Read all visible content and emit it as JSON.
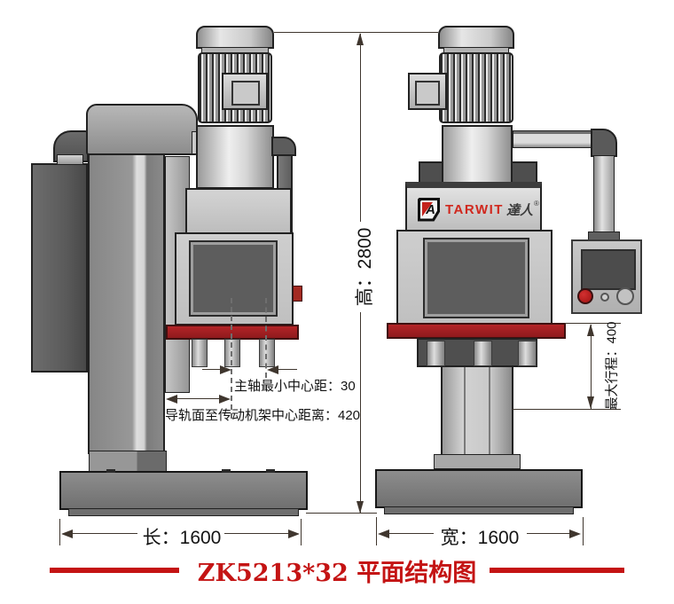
{
  "title": {
    "text": "ZK5213*32 平面结构图"
  },
  "brand": {
    "latin": "TARWIT",
    "cjk": "達人",
    "registered": "®",
    "emblem_letter": "A"
  },
  "dimensions": {
    "height": "高：2800",
    "length": "长：1600",
    "width": "宽：1600",
    "spindle_min_center": "主轴最小中心距：30",
    "rail_to_frame_center": "导轨面至传动机架中心距离：420",
    "max_stroke": "最大行程：400"
  },
  "colors": {
    "title_red": "#c41414",
    "plate_red": "#a81f22",
    "brand_red": "#d0281e",
    "button_red": "#c01818",
    "dimension_line": "#3f362e",
    "machine_light_gray": "#cfcfcf",
    "machine_dark_gray": "#5d5d5d"
  }
}
